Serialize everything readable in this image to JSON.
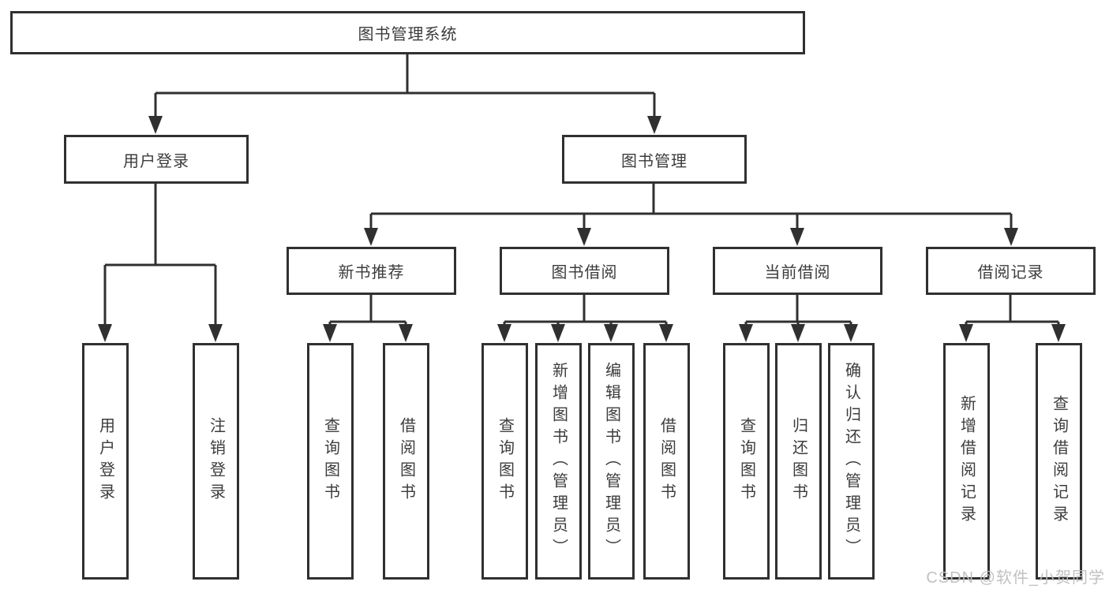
{
  "root": {
    "label": "图书管理系统"
  },
  "level2": [
    {
      "label": "用户登录"
    },
    {
      "label": "图书管理"
    }
  ],
  "level3": [
    {
      "label": "新书推荐",
      "parent": "图书管理"
    },
    {
      "label": "图书借阅",
      "parent": "图书管理"
    },
    {
      "label": "当前借阅",
      "parent": "图书管理"
    },
    {
      "label": "借阅记录",
      "parent": "图书管理"
    }
  ],
  "leaves": [
    {
      "label": "用户登录",
      "parent": "用户登录"
    },
    {
      "label": "注销登录",
      "parent": "用户登录"
    },
    {
      "label": "查询图书",
      "parent": "新书推荐"
    },
    {
      "label": "借阅图书",
      "parent": "新书推荐"
    },
    {
      "label": "查询图书",
      "parent": "图书借阅"
    },
    {
      "label": "新增图书（管理员）",
      "parent": "图书借阅"
    },
    {
      "label": "编辑图书（管理员）",
      "parent": "图书借阅"
    },
    {
      "label": "借阅图书",
      "parent": "图书借阅"
    },
    {
      "label": "查询图书",
      "parent": "当前借阅"
    },
    {
      "label": "归还图书",
      "parent": "当前借阅"
    },
    {
      "label": "确认归还（管理员）",
      "parent": "当前借阅"
    },
    {
      "label": "新增借阅记录",
      "parent": "借阅记录"
    },
    {
      "label": "查询借阅记录",
      "parent": "借阅记录"
    }
  ],
  "watermark": {
    "text": "CSDN @软件_小贺同学"
  },
  "colors": {
    "line": "#303030",
    "box_border": "#303030",
    "text": "#3c3c3c",
    "background": "#ffffff",
    "watermark": "#c1bcbf"
  }
}
